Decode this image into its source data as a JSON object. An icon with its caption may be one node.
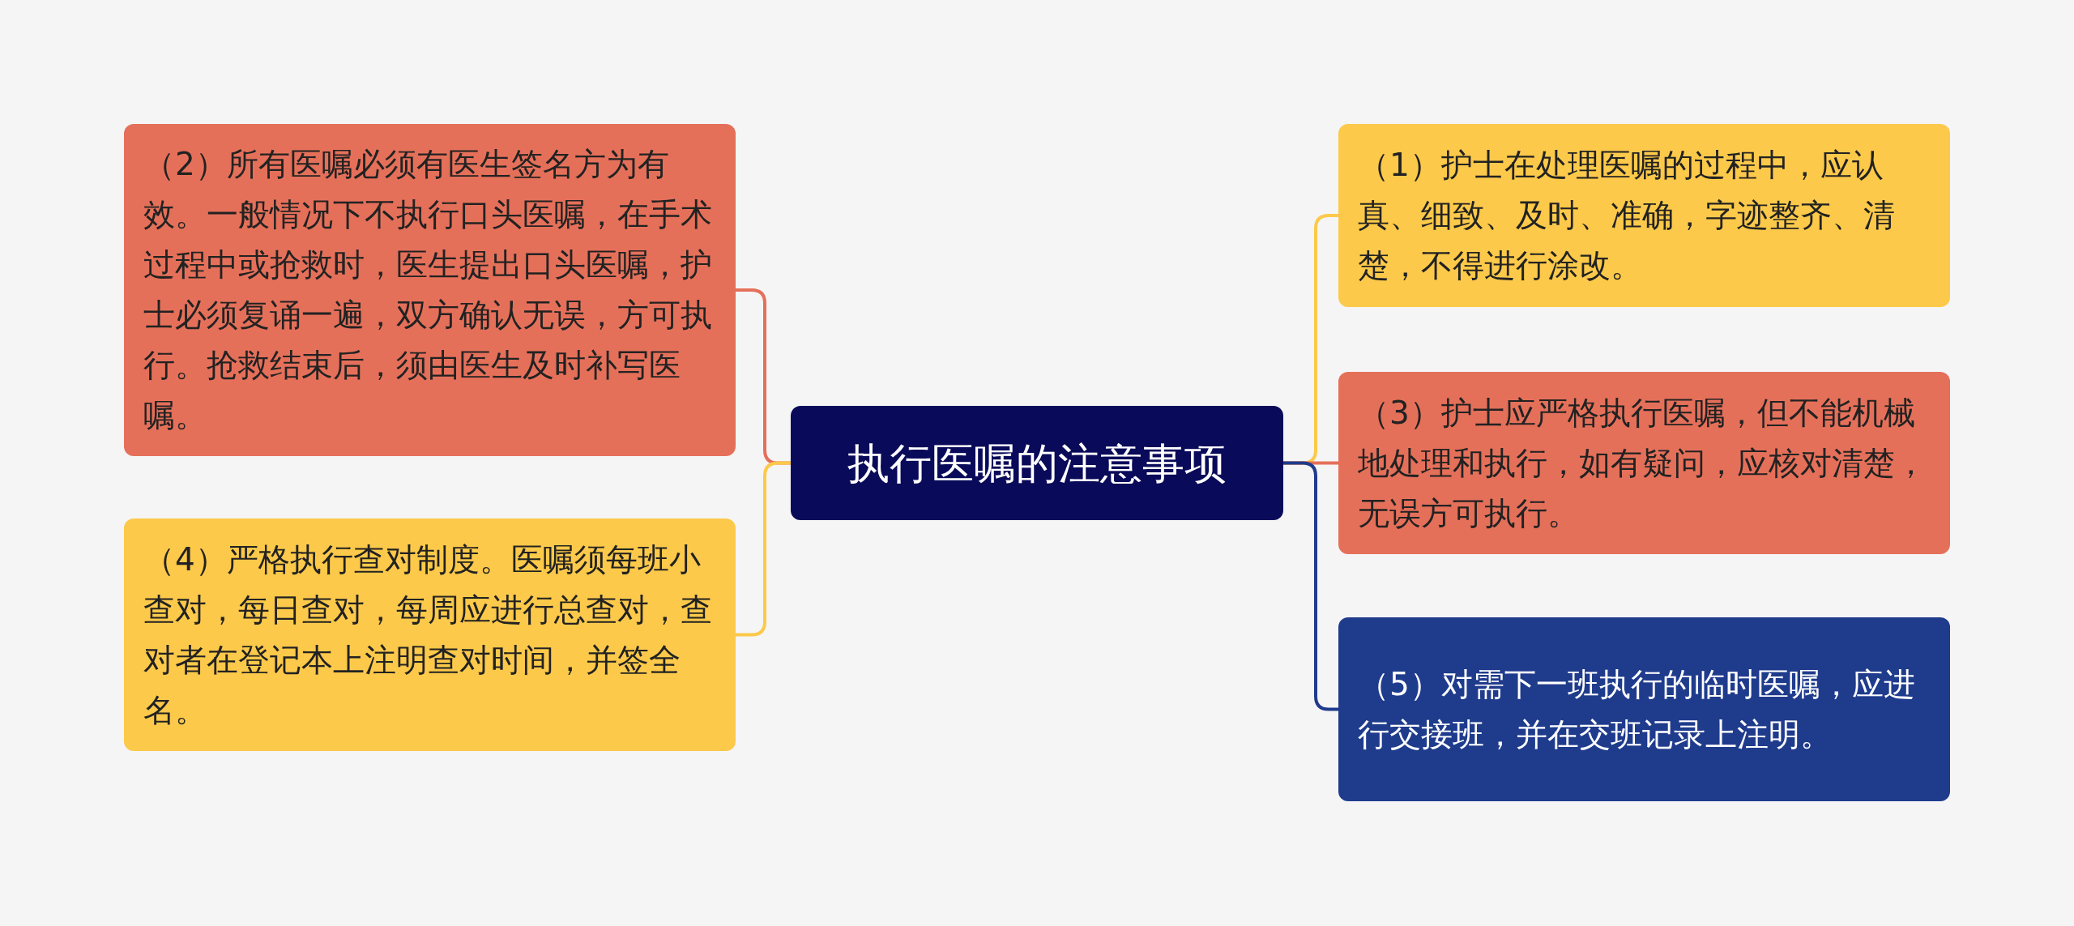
{
  "diagram": {
    "nodes": [
      {
        "text": [
          "执行医嘱的注意事项"
        ]
      },
      {
        "text": [
          "（2）所有医嘱必须有医生签名方为有效。一般情况下不执行口头医嘱，在手术过程中或抢救时，医生提出口头医嘱，护士必须复诵一遍，双方确认无误，方可执行。抢救结束后，须由医生及时补写医嘱。"
        ]
      },
      {
        "text": [
          "（4）严格执行查对制度。医嘱须每班小查对，每日查对，每周应进行总查对，查对者在登记本上注明查对时间，并签全名。"
        ]
      },
      {
        "text": [
          "（1）护士在处理医嘱的过程中，应认真、细致、及时、准确，字迹整齐、清楚，不得进行涂改。"
        ]
      },
      {
        "text": [
          "（3）护士应严格执行医嘱，但不能机械地处理和执行，如有疑问，应核对清楚，无误方可执行。"
        ]
      },
      {
        "text": [
          "（5）对需下一班执行的临时医嘱，应进行交接班，并在交班记录上注明。"
        ]
      }
    ],
    "edges": [
      {
        "from": 0,
        "to": 1,
        "arrow": "none",
        "color": "#e5705a"
      },
      {
        "from": 0,
        "to": 2,
        "arrow": "none",
        "color": "#fcc94a"
      },
      {
        "from": 0,
        "to": 3,
        "arrow": "none",
        "color": "#fcc94a"
      },
      {
        "from": 0,
        "to": 4,
        "arrow": "none",
        "color": "#e5705a"
      },
      {
        "from": 0,
        "to": 5,
        "arrow": "none",
        "color": "#1f3b8c"
      }
    ]
  }
}
